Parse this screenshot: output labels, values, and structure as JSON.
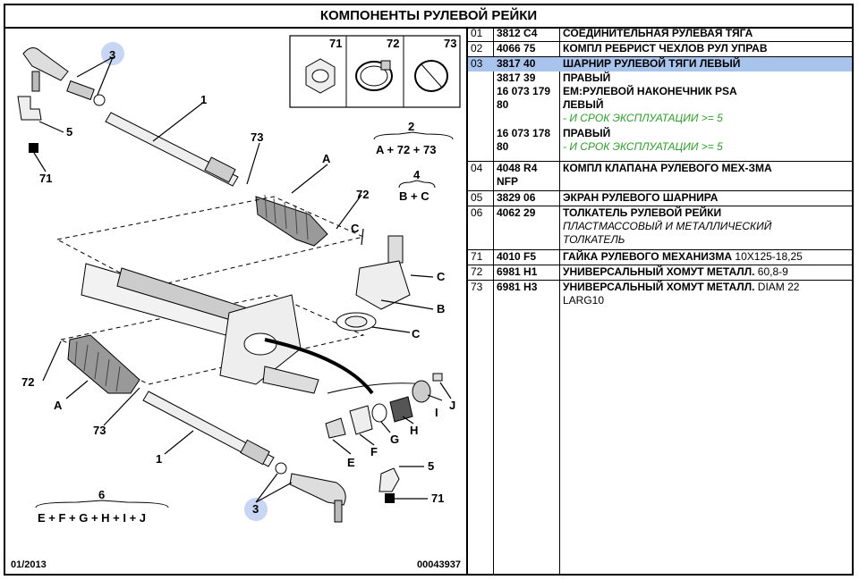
{
  "header": {
    "title": "КОМПОНЕНТЫ РУЛЕВОЙ РЕЙКИ"
  },
  "diagram": {
    "footer_left": "01/2013",
    "footer_right": "00043937",
    "inset_labels": [
      "71",
      "72",
      "73"
    ],
    "formula_2": {
      "num": "2",
      "expr": "A + 72 + 73"
    },
    "formula_4": {
      "num": "4",
      "expr": "B + C"
    },
    "formula_6": {
      "num": "6",
      "expr": "E + F + G + H + I + J"
    },
    "callouts": {
      "n3": "3",
      "n1": "1",
      "n5": "5",
      "n71": "71",
      "n73": "73",
      "nA": "A",
      "n72": "72",
      "nC": "C",
      "nB": "B",
      "nE": "E",
      "nF": "F",
      "nG": "G",
      "nH": "H",
      "nI": "I",
      "nJ": "J"
    },
    "highlight_color": "#c7d6f2"
  },
  "parts": {
    "highlight_color": "#a9c4ec",
    "rows": [
      {
        "num": "01",
        "ref": "3812 C4",
        "desc": "СОЕДИНИТЕЛЬНАЯ РУЛЕВАЯ ТЯГА"
      },
      {
        "num": "02",
        "ref": "4066 75",
        "desc": "КОМПЛ РЕБРИСТ ЧЕХЛОВ РУЛ УПРАВ"
      },
      {
        "num": "03",
        "ref": "3817 40",
        "desc": "ШАРНИР РУЛЕВОЙ ТЯГИ ЛЕВЫЙ",
        "highlighted": true,
        "sub": [
          {
            "ref": "3817 39",
            "desc": "ПРАВЫЙ"
          },
          {
            "ref": "16 073 179",
            "desc": "ЕМ:РУЛЕВОЙ НАКОНЕЧНИК PSA"
          },
          {
            "ref": "80",
            "desc": "ЛЕВЫЙ"
          },
          {
            "ref": "",
            "desc": "- И СРОК ЭКСПЛУАТАЦИИ >= 5"
          },
          {
            "ref": "16 073 178",
            "desc": "ПРАВЫЙ"
          },
          {
            "ref": "80",
            "desc": "- И СРОК ЭКСПЛУАТАЦИИ >= 5"
          }
        ]
      },
      {
        "num": "04",
        "ref": "4048 R4",
        "ref2": "NFP",
        "desc": "КОМПЛ КЛАПАНА РУЛЕВОГО МЕХ-ЗМА"
      },
      {
        "num": "05",
        "ref": "3829 06",
        "desc": "ЭКРАН РУЛЕВОГО ШАРНИРА"
      },
      {
        "num": "06",
        "ref": "4062 29",
        "desc": "ТОЛКАТЕЛЬ РУЛЕВОЙ РЕЙКИ",
        "desc2": "ПЛАСТМАССОВЫЙ И МЕТАЛЛИЧЕСКИЙ",
        "desc3": "ТОЛКАТЕЛЬ"
      },
      {
        "num": "71",
        "ref": "4010 F5",
        "desc": "ГАЙКА РУЛЕВОГО МЕХАНИЗМА",
        "desc_extra": " 10Х125-18,25"
      },
      {
        "num": "72",
        "ref": "6981 H1",
        "desc": "УНИВЕРСАЛЬНЫЙ ХОМУТ МЕТАЛЛ.",
        "desc_extra": " 60,8-9"
      },
      {
        "num": "73",
        "ref": "6981 H3",
        "desc": "УНИВЕРСАЛЬНЫЙ ХОМУТ МЕТАЛЛ.",
        "desc_extra": " DIAM 22",
        "desc2": "LARG10"
      }
    ]
  }
}
